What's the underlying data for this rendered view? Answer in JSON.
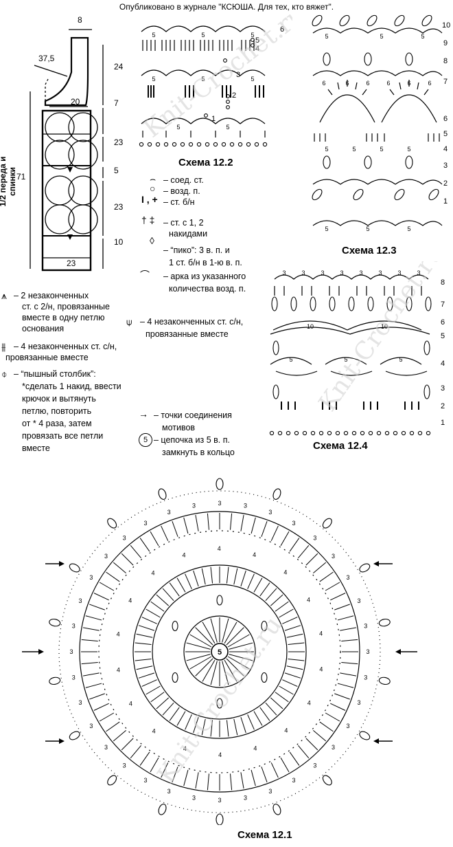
{
  "header": "Опубликовано в журнале \"КСЮША. Для тех, кто вяжет\".",
  "watermark": "Knit-Crochet.ru",
  "schematic": {
    "vertical_label": "1/2 переда и спинки",
    "dims": [
      "8",
      "37,5",
      "24",
      "20",
      "7",
      "23",
      "5",
      "23",
      "10",
      "71",
      "23"
    ]
  },
  "schemes": {
    "s122": {
      "title": "Схема 12.2",
      "rows": [
        "1",
        "2",
        "3",
        "4",
        "5",
        "6"
      ],
      "chain": "5"
    },
    "s123": {
      "title": "Схема 12.3",
      "rows": [
        "10",
        "9",
        "8",
        "7",
        "6",
        "5",
        "4",
        "3",
        "2",
        "1"
      ],
      "chain5": "5",
      "chain6": "6"
    },
    "s124": {
      "title": "Схема 12.4",
      "rows": [
        "8",
        "7",
        "6",
        "5",
        "4",
        "3",
        "2",
        "1"
      ],
      "chain3": "3",
      "chain10": "10",
      "chain5": "5"
    },
    "s121": {
      "title": "Схема 12.1",
      "center": "5",
      "n3": "3",
      "n4": "4"
    }
  },
  "legend_right": [
    "– соед. ст.",
    "– возд. п.",
    "– ст. б/н",
    "– ст. с 1, 2",
    "накидами",
    "– “пико”: 3 в. п. и",
    "1 ст. б/н в 1-ю в. п.",
    "– арка из указанного",
    "количества возд. п."
  ],
  "legend_left": {
    "a1": "– 2 незаконченных",
    "a2": "ст. с 2/н, провязанные",
    "a3": "вместе в одну петлю",
    "a4": "основания",
    "b1": "– 4 незаконченных ст. с/н,",
    "b2": "провязанные вместе",
    "c1": "– “пышный столбик”:",
    "c2": "*сделать 1 накид, ввести",
    "c3": "крючок и вытянуть",
    "c4": "петлю, повторить",
    "c5": "от * 4 раза, затем",
    "c6": "провязать все петли",
    "c7": "вместе"
  },
  "legend_mid": {
    "d1": "– 4 незаконченных ст. с/н,",
    "d2": "провязанные вместе",
    "e1": "– точки соединения",
    "e2": "мотивов",
    "f0": "5",
    "f1": "– цепочка из 5 в. п.",
    "f2": "замкнуть в кольцо"
  }
}
